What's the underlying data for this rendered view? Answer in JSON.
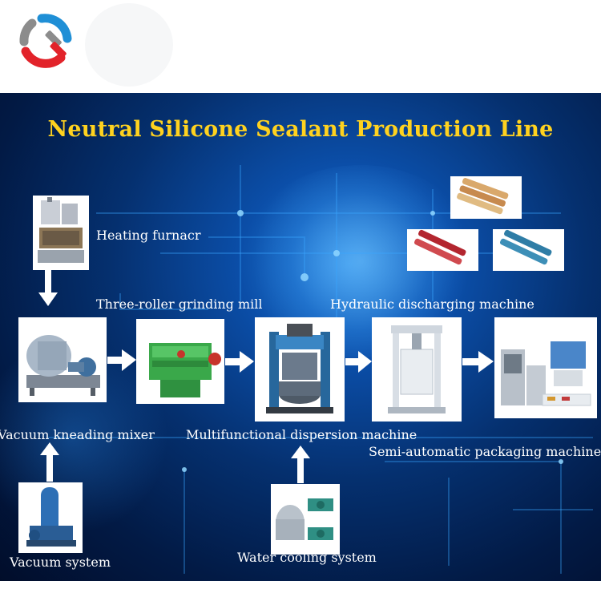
{
  "title": "Neutral Silicone Sealant Production Line",
  "equipment": {
    "heating_furnace": "Heating furnacr",
    "three_roller_mill": "Three-roller grinding mill",
    "hydraulic_discharging": "Hydraulic discharging machine",
    "vacuum_kneading_mixer": "Vacuum kneading mixer",
    "multifunctional_dispersion": "Multifunctional dispersion machine",
    "semi_automatic_packaging": "Semi-automatic packaging machine",
    "vacuum_system": "Vacuum system",
    "water_cooling_system": "Water cooling system"
  },
  "colors": {
    "title": "#ffd21f",
    "label": "#ffffff",
    "arrow": "#ffffff",
    "logo_red": "#e2232a",
    "logo_blue": "#1f8fd6",
    "logo_gray": "#8c8c8c"
  }
}
